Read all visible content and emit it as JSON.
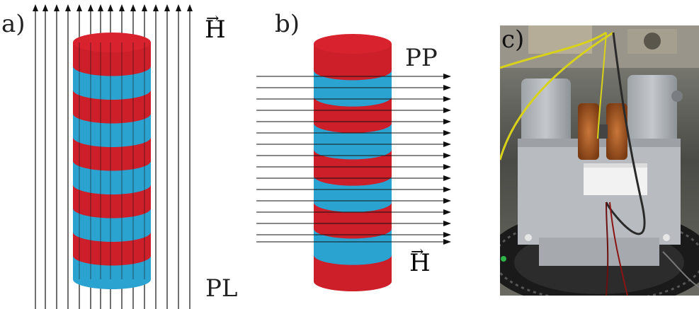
{
  "panels": {
    "a": {
      "letter": "a)",
      "field_symbol": "H",
      "geometry_tag": "PL"
    },
    "b": {
      "letter": "b)",
      "field_symbol": "H",
      "geometry_tag": "PP"
    },
    "c": {
      "letter": "c)"
    }
  },
  "colors": {
    "red": "#cc1f2a",
    "red_top": "#d8232f",
    "blue": "#2aa3d0",
    "blue_dark": "#1d86b0",
    "arrow": "#111111"
  },
  "stack_a": {
    "layers": 10
  },
  "stack_b": {
    "layers": 9
  }
}
